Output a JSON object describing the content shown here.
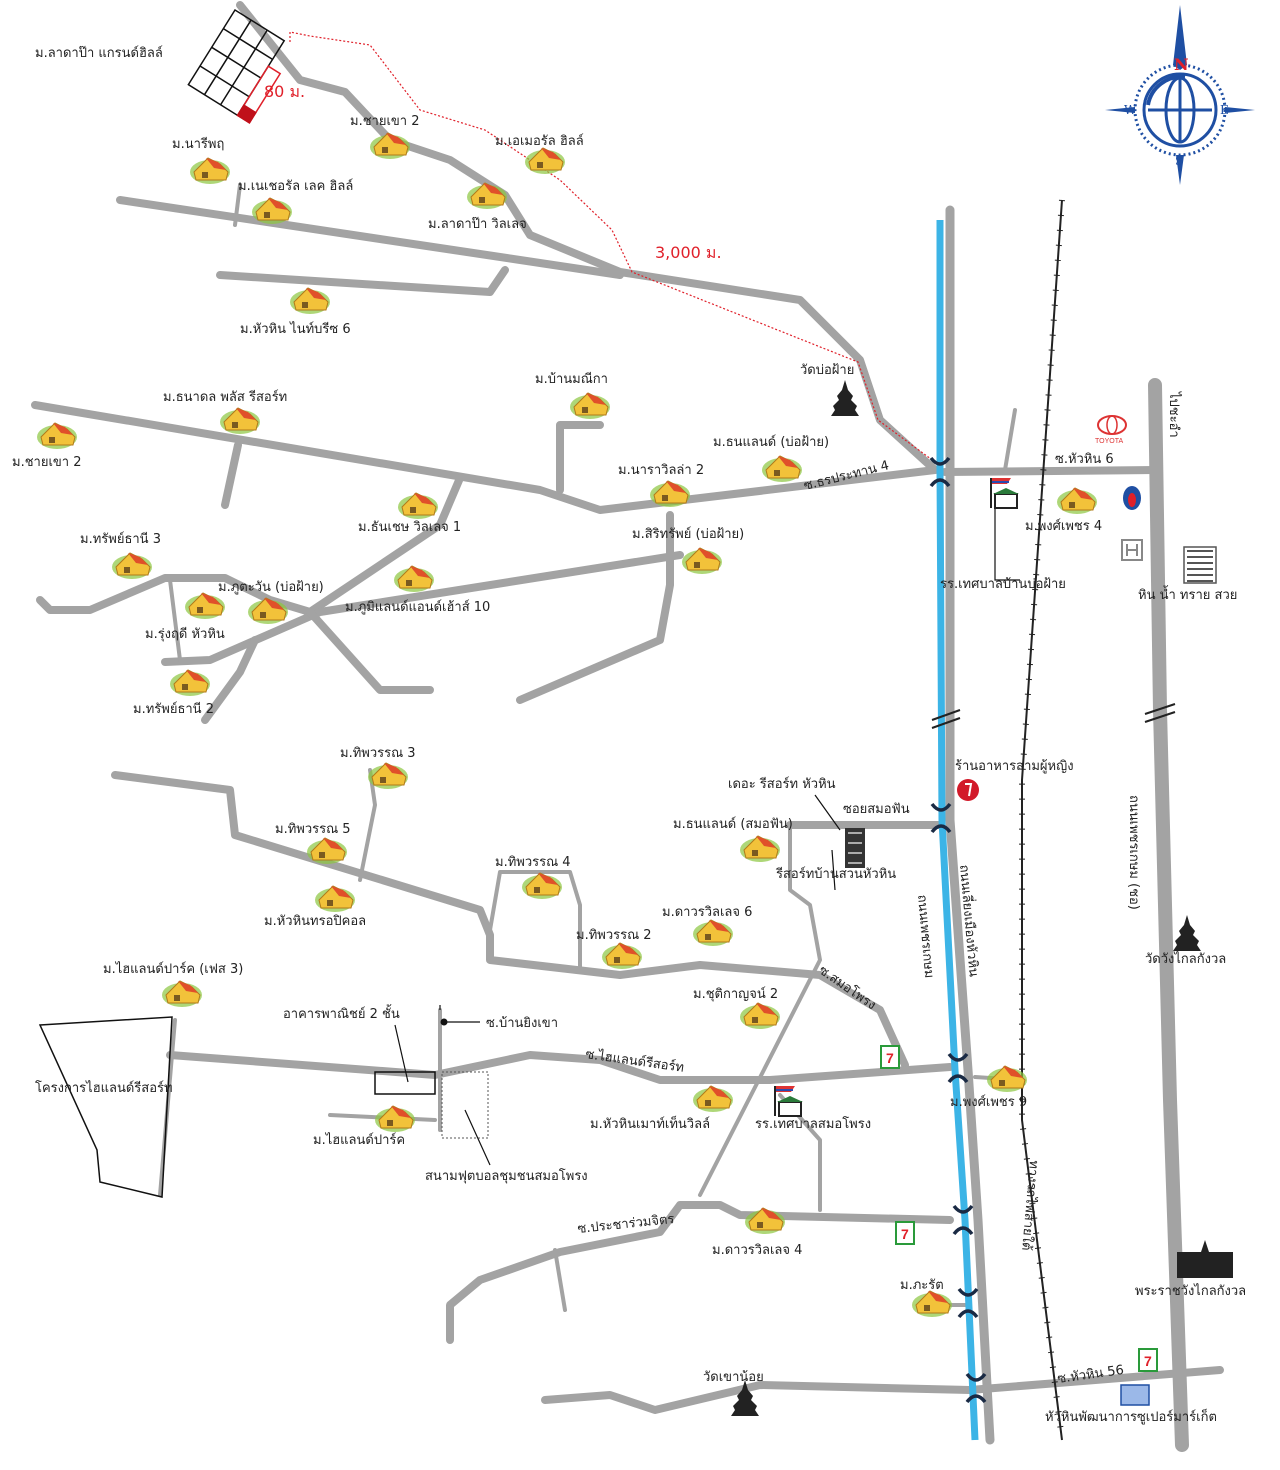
{
  "map": {
    "compass": {
      "n": "N",
      "s": "S",
      "e": "E",
      "w": "W"
    },
    "toyota_label": "TOYOTA",
    "seven_eleven_label": "7",
    "colors": {
      "road": "#a3a3a3",
      "canal": "#3cb4e6",
      "route": "#e0202a",
      "rail": "#222222",
      "compass": "#1f4fa3"
    }
  },
  "labels": [
    {
      "text": "ม.ลาดาป๊า แกรนด์ฮิลล์"
    },
    {
      "text": "80 ม."
    },
    {
      "text": "ม.ชายเขา 2"
    },
    {
      "text": "ม.เอเมอรัล ฮิลล์"
    },
    {
      "text": "ม.นารีพฤ"
    },
    {
      "text": "ม.เนเชอรัล เลค ฮิลล์"
    },
    {
      "text": "ม.ลาดาป๊า วิลเลจ"
    },
    {
      "text": "3,000 ม."
    },
    {
      "text": "ม.หัวหิน ไนท์บรีซ 6"
    },
    {
      "text": "วัดบ่อฝ้าย"
    },
    {
      "text": "ม.บ้านมณีกา"
    },
    {
      "text": "ม.ธนาดล พลัส รีสอร์ท"
    },
    {
      "text": "ม.ชายเขา 2"
    },
    {
      "text": "ม.ธนแลนด์ (บ่อฝ้าย)"
    },
    {
      "text": "ม.นาราวิลล่า 2"
    },
    {
      "text": "ซ.ธรประทาน 4"
    },
    {
      "text": "ซ.หัวหิน 6"
    },
    {
      "text": "ม.พงศ์เพชร 4"
    },
    {
      "text": "ม.ธันเชษ วิลเลจ 1"
    },
    {
      "text": "ม.สิริทรัพย์ (บ่อฝ้าย)"
    },
    {
      "text": "ม.ทรัพย์ธานี 3"
    },
    {
      "text": "รร.เทศบาลบ้านบ่อฝ้าย"
    },
    {
      "text": "หิน น้ำ ทราย สวย"
    },
    {
      "text": "ม.ภูตะวัน (บ่อฝ้าย)"
    },
    {
      "text": "ม.ภูมิแลนด์แอนด์เฮ้าส์ 10"
    },
    {
      "text": "ม.รุ่งฤดี หัวหิน"
    },
    {
      "text": "ม.ทรัพย์ธานี 2"
    },
    {
      "text": "ไปชะอำ"
    },
    {
      "text": "ม.ทิพวรรณ 3"
    },
    {
      "text": "ร้านอาหารสามผู้หญิง"
    },
    {
      "text": "เดอะ รีสอร์ท หัวหิน"
    },
    {
      "text": "ซอยสมอฟัน"
    },
    {
      "text": "ม.ธนแลนด์ (สมอฟัน)"
    },
    {
      "text": "ม.ทิพวรรณ 5"
    },
    {
      "text": "รีสอร์ทบ้านสวนหัวหิน"
    },
    {
      "text": "ม.ทิพวรรณ 4"
    },
    {
      "text": "ม.หัวหินทรอปิคอล"
    },
    {
      "text": "ม.ดาวรวิลเลจ 6"
    },
    {
      "text": "ม.ทิพวรรณ 2"
    },
    {
      "text": "ถนนเพชรเกษม"
    },
    {
      "text": "ถนนเลี่ยงเมืองหัวหิน"
    },
    {
      "text": "ถนนเพชรเกษม (ชอ)"
    },
    {
      "text": "วัดวังไกลกังวล"
    },
    {
      "text": "ซ.สมอโพรง"
    },
    {
      "text": "ม.ไฮแลนด์ปาร์ค (เฟส 3)"
    },
    {
      "text": "ม.ชุติกาญจน์ 2"
    },
    {
      "text": "อาคารพาณิชย์ 2 ชั้น"
    },
    {
      "text": "ซ.บ้านยิงเขา"
    },
    {
      "text": "ซ.ไฮแลนด์รีสอร์ท"
    },
    {
      "text": "โครงการไฮแลนด์รีสอร์ท"
    },
    {
      "text": "ม.พงศ์เพชร 9"
    },
    {
      "text": "ม.หัวหินเมาท์เท็นวิลล์"
    },
    {
      "text": "รร.เทศบาลสมอโพรง"
    },
    {
      "text": "ม.ไฮแลนด์ปาร์ค"
    },
    {
      "text": "สนามฟุตบอลชุมชนสมอโพรง"
    },
    {
      "text": "ทางรถไฟสายใต้"
    },
    {
      "text": "ซ.ประชาร่วมจิตร"
    },
    {
      "text": "ม.ดาวรวิลเลจ 4"
    },
    {
      "text": "พระราชวังไกลกังวล"
    },
    {
      "text": "ม.ภะรัต"
    },
    {
      "text": "วัดเขาน้อย"
    },
    {
      "text": "ซ.หัวหิน 56"
    },
    {
      "text": "หัวหินพัฒนาการซูเปอร์มาร์เก็ต"
    }
  ]
}
